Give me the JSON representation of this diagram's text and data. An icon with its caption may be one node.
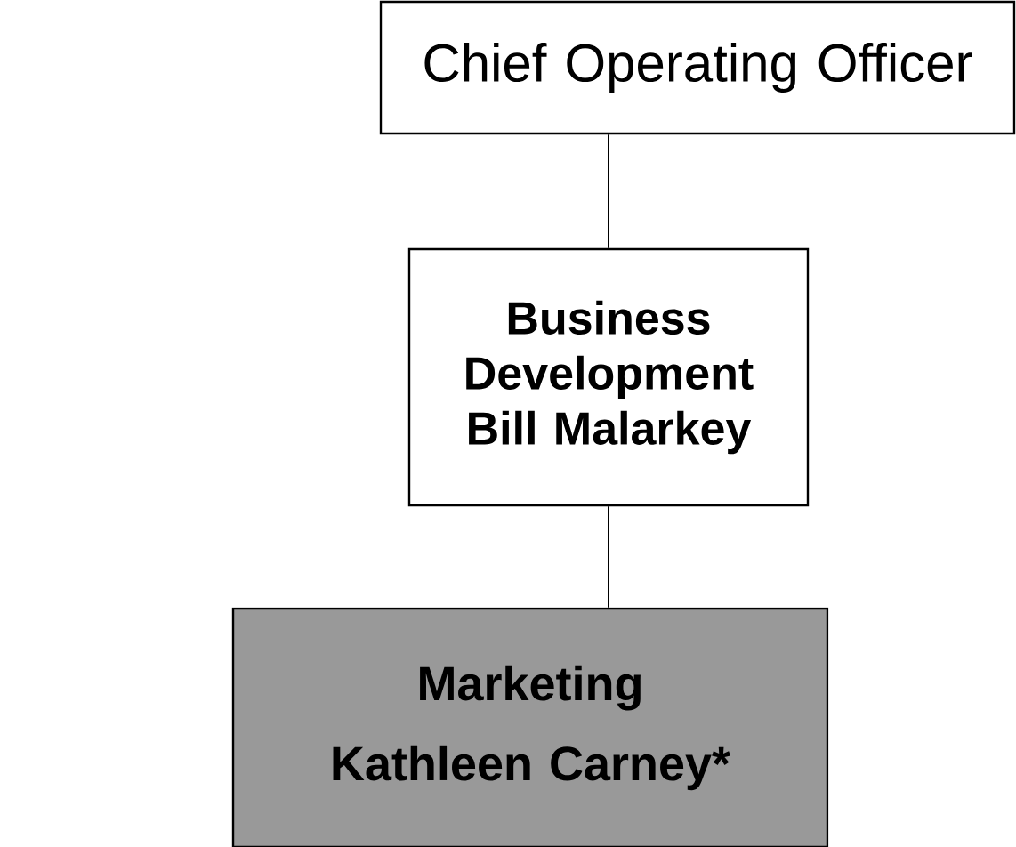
{
  "diagram": {
    "nodes": [
      {
        "text": [
          "Chief Operating Officer"
        ]
      },
      {
        "text": [
          "Business Development",
          "Bill Malarkey"
        ]
      },
      {
        "text": [
          "Marketing",
          "Kathleen Carney*"
        ]
      }
    ],
    "edges": [
      {
        "from": 0,
        "to": 1,
        "arrow": "none"
      },
      {
        "from": 1,
        "to": 2,
        "arrow": "none"
      }
    ]
  }
}
